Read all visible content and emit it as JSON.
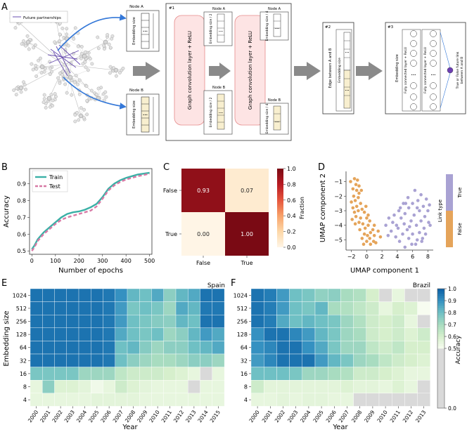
{
  "panel_letters": [
    "A",
    "B",
    "C",
    "D",
    "E",
    "F"
  ],
  "panel_a": {
    "legend_label": "Future partnerships",
    "node_a_label": "Node A",
    "node_b_label": "Node B",
    "embedding_size_label": "Embedding size",
    "embedding_half_label": "Embedding size / 2",
    "embedding_quarter_label": "Embedding size / 4",
    "dots_label": "•••",
    "step1_label": "#1",
    "step2_label": "#2",
    "step3_label": "#3",
    "gcn_label": "Graph convolution layer + ReLU",
    "edge_label": "Edge between A and B",
    "fc_label": "Fully connected layer + ReLU",
    "output_label_1": "True or False future link",
    "output_label_2": "between A and B",
    "colors": {
      "network_edge": "#bdbdbd",
      "highlight_edge": "#6a4fb0",
      "arrow_blue": "#3478d8",
      "big_arrow": "#8a8a8a",
      "gcn_fill": "#fde4e4",
      "gcn_stroke": "#e58a8a",
      "cell_fill": "#f8efcf",
      "output_node": "#6e3fb3"
    }
  },
  "chart_data": [
    {
      "panel": "B",
      "type": "line",
      "xlabel": "Number of epochs",
      "ylabel": "Accuracy",
      "xlim": [
        -10,
        510
      ],
      "ylim": [
        0.48,
        0.99
      ],
      "xticks": [
        0,
        100,
        200,
        300,
        400,
        500
      ],
      "yticks": [
        0.5,
        0.6,
        0.7,
        0.8,
        0.9
      ],
      "legend_position": "top-left",
      "x": [
        0,
        10,
        25,
        50,
        75,
        100,
        125,
        150,
        175,
        200,
        225,
        250,
        275,
        300,
        325,
        350,
        375,
        400,
        425,
        450,
        475,
        500
      ],
      "series": [
        {
          "name": "Train",
          "color": "#3ab0a6",
          "dash": "solid",
          "values": [
            0.51,
            0.53,
            0.57,
            0.61,
            0.64,
            0.67,
            0.7,
            0.72,
            0.73,
            0.735,
            0.745,
            0.76,
            0.78,
            0.82,
            0.87,
            0.9,
            0.92,
            0.935,
            0.945,
            0.955,
            0.96,
            0.965
          ]
        },
        {
          "name": "Test",
          "color": "#d87aa6",
          "dash": "dashed",
          "values": [
            0.5,
            0.52,
            0.56,
            0.6,
            0.63,
            0.66,
            0.685,
            0.7,
            0.71,
            0.72,
            0.73,
            0.74,
            0.765,
            0.81,
            0.86,
            0.89,
            0.91,
            0.925,
            0.935,
            0.945,
            0.952,
            0.96
          ]
        }
      ]
    },
    {
      "panel": "C",
      "type": "heatmap",
      "row_labels": [
        "False",
        "True"
      ],
      "col_labels": [
        "False",
        "True"
      ],
      "values": [
        [
          0.93,
          0.07
        ],
        [
          0.0,
          1.0
        ]
      ],
      "cell_labels": [
        [
          "0.93",
          "0.07"
        ],
        [
          "0.00",
          "1.00"
        ]
      ],
      "colorbar_label": "Fraction",
      "colorbar_ticks": [
        0.0,
        0.2,
        0.4,
        0.6,
        0.8,
        1.0
      ],
      "colorbar_tick_labels": [
        "0.0",
        "0.2",
        "0.4",
        "0.6",
        "0.8",
        "1.0"
      ],
      "colormap": [
        "#fff5e6",
        "#fdd8a8",
        "#f8a26a",
        "#e5553c",
        "#b81a23",
        "#7a0a14"
      ]
    },
    {
      "panel": "D",
      "type": "scatter",
      "xlabel": "UMAP component 1",
      "ylabel": "UMAP component 2",
      "xlim": [
        -2.7,
        8.7
      ],
      "ylim": [
        -5.7,
        -0.3
      ],
      "xticks": [
        -2,
        0,
        2,
        4,
        6,
        8
      ],
      "yticks": [
        -1,
        -2,
        -3,
        -4,
        -5
      ],
      "colorbar_label": "Link type",
      "colorbar_categories": [
        "False",
        "True"
      ],
      "colorbar_colors": [
        "#e5a45a",
        "#a9a2d3"
      ],
      "series": [
        {
          "name": "False",
          "color": "#e5a45a",
          "points": [
            [
              -1.6,
              -0.8
            ],
            [
              -1.2,
              -0.9
            ],
            [
              -1.0,
              -1.3
            ],
            [
              -1.4,
              -1.2
            ],
            [
              -1.8,
              -1.5
            ],
            [
              -1.3,
              -1.6
            ],
            [
              -1.0,
              -1.8
            ],
            [
              -1.7,
              -2.0
            ],
            [
              -1.5,
              -2.3
            ],
            [
              -1.1,
              -2.1
            ],
            [
              -2.0,
              -2.4
            ],
            [
              -0.8,
              -2.5
            ],
            [
              -1.3,
              -2.7
            ],
            [
              -1.8,
              -2.8
            ],
            [
              -0.6,
              -2.9
            ],
            [
              -1.1,
              -3.0
            ],
            [
              -1.6,
              -3.1
            ],
            [
              -0.3,
              -3.1
            ],
            [
              -1.4,
              -3.4
            ],
            [
              -0.8,
              -3.5
            ],
            [
              0.0,
              -3.5
            ],
            [
              -1.9,
              -3.6
            ],
            [
              -1.0,
              -3.8
            ],
            [
              0.4,
              -3.7
            ],
            [
              -0.5,
              -3.9
            ],
            [
              -1.5,
              -3.9
            ],
            [
              0.2,
              -4.0
            ],
            [
              1.0,
              -4.0
            ],
            [
              -0.2,
              -4.2
            ],
            [
              0.8,
              -4.3
            ],
            [
              -0.9,
              -4.3
            ],
            [
              0.5,
              -4.5
            ],
            [
              1.5,
              -4.4
            ],
            [
              -0.3,
              -4.6
            ],
            [
              0.1,
              -4.7
            ],
            [
              1.0,
              -4.7
            ],
            [
              -0.6,
              -4.9
            ],
            [
              0.4,
              -4.9
            ],
            [
              1.8,
              -4.8
            ],
            [
              0.0,
              -5.1
            ],
            [
              0.9,
              -5.1
            ],
            [
              -0.4,
              -5.3
            ],
            [
              0.5,
              -5.3
            ],
            [
              1.2,
              -5.2
            ],
            [
              -2.1,
              -1.0
            ],
            [
              -0.7,
              -1.6
            ],
            [
              0.2,
              -3.3
            ],
            [
              -0.1,
              -2.7
            ]
          ]
        },
        {
          "name": "True",
          "color": "#a9a2d3",
          "points": [
            [
              6.3,
              -1.6
            ],
            [
              7.1,
              -1.9
            ],
            [
              7.8,
              -2.2
            ],
            [
              5.4,
              -2.1
            ],
            [
              6.7,
              -2.3
            ],
            [
              8.2,
              -2.6
            ],
            [
              4.8,
              -2.5
            ],
            [
              6.0,
              -2.5
            ],
            [
              7.4,
              -2.7
            ],
            [
              5.5,
              -2.8
            ],
            [
              8.0,
              -3.0
            ],
            [
              4.2,
              -3.0
            ],
            [
              6.9,
              -3.0
            ],
            [
              3.6,
              -3.3
            ],
            [
              5.0,
              -3.2
            ],
            [
              6.2,
              -3.3
            ],
            [
              7.6,
              -3.4
            ],
            [
              2.9,
              -3.5
            ],
            [
              4.5,
              -3.5
            ],
            [
              5.8,
              -3.7
            ],
            [
              7.1,
              -3.7
            ],
            [
              8.1,
              -3.8
            ],
            [
              3.4,
              -3.8
            ],
            [
              4.9,
              -3.9
            ],
            [
              6.5,
              -4.0
            ],
            [
              7.5,
              -4.2
            ],
            [
              2.5,
              -4.0
            ],
            [
              4.1,
              -4.2
            ],
            [
              5.3,
              -4.3
            ],
            [
              6.9,
              -4.5
            ],
            [
              3.2,
              -4.4
            ],
            [
              4.7,
              -4.6
            ],
            [
              6.0,
              -4.6
            ],
            [
              7.7,
              -4.6
            ],
            [
              3.8,
              -4.8
            ],
            [
              5.5,
              -4.9
            ],
            [
              6.6,
              -5.0
            ],
            [
              4.3,
              -5.1
            ],
            [
              5.9,
              -5.3
            ],
            [
              7.2,
              -5.1
            ],
            [
              2.8,
              -4.7
            ],
            [
              5.1,
              -2.5
            ],
            [
              6.6,
              -2.8
            ],
            [
              3.9,
              -4.0
            ],
            [
              5.6,
              -4.1
            ],
            [
              8.3,
              -4.0
            ],
            [
              4.4,
              -2.8
            ],
            [
              7.3,
              -4.9
            ],
            [
              6.4,
              -5.3
            ],
            [
              5.0,
              -5.5
            ]
          ]
        }
      ]
    },
    {
      "panel": "E",
      "type": "heatmap",
      "title": "Spain",
      "xlabel": "Year",
      "ylabel": "Embedding size",
      "col_labels": [
        "2000",
        "2001",
        "2002",
        "2003",
        "2004",
        "2005",
        "2006",
        "2007",
        "2008",
        "2009",
        "2010",
        "2011",
        "2012",
        "2013",
        "2014",
        "2015"
      ],
      "row_labels": [
        "1024",
        "512",
        "256",
        "128",
        "64",
        "32",
        "16",
        "8",
        "4"
      ],
      "values": [
        [
          0.96,
          0.96,
          0.96,
          0.96,
          0.96,
          0.96,
          0.95,
          0.9,
          0.82,
          0.8,
          0.85,
          0.75,
          0.82,
          0.85,
          0.96,
          0.96
        ],
        [
          0.96,
          0.96,
          0.96,
          0.96,
          0.96,
          0.96,
          0.95,
          0.88,
          0.78,
          0.8,
          0.78,
          0.72,
          0.85,
          0.82,
          0.95,
          0.95
        ],
        [
          0.96,
          0.96,
          0.96,
          0.96,
          0.96,
          0.96,
          0.95,
          0.88,
          0.8,
          0.78,
          0.76,
          0.75,
          0.82,
          0.8,
          0.96,
          0.96
        ],
        [
          0.96,
          0.96,
          0.96,
          0.96,
          0.96,
          0.96,
          0.95,
          0.85,
          0.8,
          0.78,
          0.8,
          0.72,
          0.75,
          0.82,
          0.88,
          0.85
        ],
        [
          0.96,
          0.96,
          0.96,
          0.96,
          0.96,
          0.96,
          0.95,
          0.8,
          0.82,
          0.76,
          0.72,
          0.75,
          0.75,
          0.8,
          0.82,
          0.85
        ],
        [
          0.96,
          0.96,
          0.96,
          0.96,
          0.96,
          0.96,
          0.95,
          0.8,
          0.75,
          0.72,
          0.7,
          0.7,
          0.72,
          0.75,
          0.75,
          0.72
        ],
        [
          0.78,
          0.78,
          0.78,
          0.78,
          0.72,
          0.72,
          0.72,
          0.65,
          0.62,
          0.62,
          0.62,
          0.6,
          0.58,
          0.55,
          0.4,
          0.55
        ],
        [
          0.55,
          0.75,
          0.58,
          0.58,
          0.56,
          0.52,
          0.55,
          0.62,
          0.58,
          0.56,
          0.55,
          0.55,
          0.55,
          0.45,
          0.55,
          0.55
        ],
        [
          0.55,
          0.55,
          0.55,
          0.55,
          0.55,
          0.56,
          0.56,
          0.56,
          0.56,
          0.55,
          0.55,
          0.55,
          0.55,
          0.55,
          0.55,
          0.55
        ]
      ]
    },
    {
      "panel": "F",
      "type": "heatmap",
      "title": "Brazil",
      "xlabel": "Year",
      "col_labels": [
        "2000",
        "2001",
        "2002",
        "2003",
        "2004",
        "2005",
        "2006",
        "2007",
        "2008",
        "2009",
        "2010",
        "2011",
        "2012",
        "2013"
      ],
      "row_labels": [
        "1024",
        "512",
        "256",
        "128",
        "64",
        "32",
        "16",
        "8",
        "4"
      ],
      "values": [
        [
          0.96,
          0.94,
          0.88,
          0.8,
          0.78,
          0.74,
          0.75,
          0.7,
          0.68,
          0.6,
          0.45,
          0.55,
          0.45,
          0.45
        ],
        [
          0.96,
          0.94,
          0.88,
          0.8,
          0.78,
          0.82,
          0.7,
          0.68,
          0.65,
          0.62,
          0.55,
          0.6,
          0.58,
          0.5
        ],
        [
          0.96,
          0.94,
          0.85,
          0.8,
          0.82,
          0.8,
          0.78,
          0.72,
          0.68,
          0.62,
          0.6,
          0.62,
          0.55,
          0.45
        ],
        [
          0.9,
          0.96,
          0.96,
          0.92,
          0.88,
          0.82,
          0.78,
          0.72,
          0.7,
          0.62,
          0.6,
          0.62,
          0.58,
          0.62
        ],
        [
          0.9,
          0.92,
          0.96,
          0.96,
          0.9,
          0.85,
          0.78,
          0.72,
          0.72,
          0.65,
          0.62,
          0.65,
          0.6,
          0.6
        ],
        [
          0.88,
          0.92,
          0.96,
          0.96,
          0.96,
          0.88,
          0.82,
          0.78,
          0.72,
          0.7,
          0.65,
          0.62,
          0.6,
          0.58
        ],
        [
          0.8,
          0.8,
          0.8,
          0.78,
          0.72,
          0.72,
          0.7,
          0.68,
          0.62,
          0.62,
          0.6,
          0.58,
          0.55,
          0.55
        ],
        [
          0.62,
          0.56,
          0.56,
          0.56,
          0.56,
          0.56,
          0.56,
          0.58,
          0.56,
          0.56,
          0.55,
          0.58,
          0.55,
          0.48
        ],
        [
          0.55,
          0.55,
          0.56,
          0.55,
          0.56,
          0.56,
          0.55,
          0.55,
          0.45,
          0.45,
          0.45,
          0.45,
          0.45,
          0.45
        ]
      ]
    },
    {
      "panel": "E-F colorbar",
      "type": "colorbar",
      "label": "Accuracy",
      "ticks": [
        0.0,
        0.5,
        0.6,
        0.7,
        0.8,
        0.9,
        1.0
      ],
      "tick_labels": [
        "0.0",
        "0.5",
        "0.6",
        "0.7",
        "0.8",
        "0.9",
        "1.0"
      ],
      "below_half_color": "#d9d9d9",
      "stops": [
        "#f7fcf0",
        "#d6efcc",
        "#a8dcc0",
        "#6fc0c4",
        "#3591c1",
        "#0b5fa5"
      ]
    }
  ]
}
